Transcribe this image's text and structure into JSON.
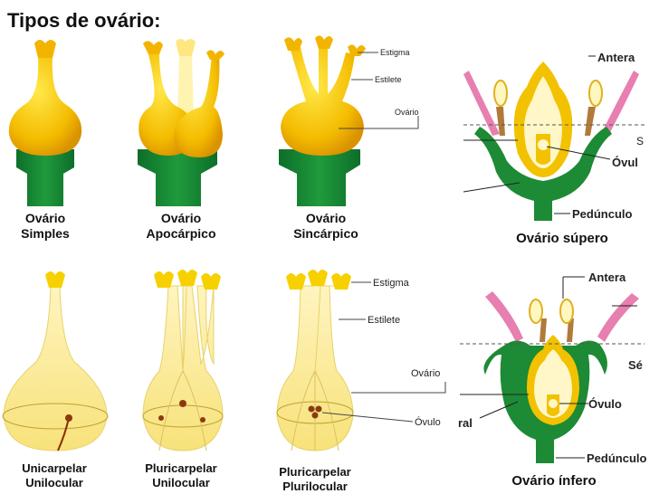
{
  "title": "Tipos de ovário:",
  "top_row": [
    {
      "line1": "Ovário",
      "line2": "Simples"
    },
    {
      "line1": "Ovário",
      "line2": "Apocárpico"
    },
    {
      "line1": "Ovário",
      "line2": "Sincárpico"
    }
  ],
  "top_labels": {
    "estigma": "Estigma",
    "estilete": "Estilete",
    "ovario": "Ovário"
  },
  "bottom_row": [
    {
      "line1": "Unicarpelar",
      "line2": "Unilocular"
    },
    {
      "line1": "Pluricarpelar",
      "line2": "Unilocular"
    },
    {
      "line1": "Pluricarpelar",
      "line2": "Plurilocular"
    }
  ],
  "bottom_labels": {
    "estigma": "Estigma",
    "estilete": "Estilete",
    "ovario": "Ovário",
    "ovulo": "Óvulo"
  },
  "supero": {
    "antera": "Antera",
    "s": "S",
    "ovulo": "Óvul",
    "peduncculo": "Pedúnculo",
    "caption": "Ovário súpero"
  },
  "infero": {
    "antera": "Antera",
    "se": "Sé",
    "ovulo": "Óvulo",
    "ral": "ral",
    "peduncculo": "Pedúnculo",
    "caption": "Ovário ínfero"
  },
  "colors": {
    "yellow": "#f2c200",
    "green": "#1d8a35",
    "pink": "#e77fb0",
    "pale": "#fbefb2"
  }
}
